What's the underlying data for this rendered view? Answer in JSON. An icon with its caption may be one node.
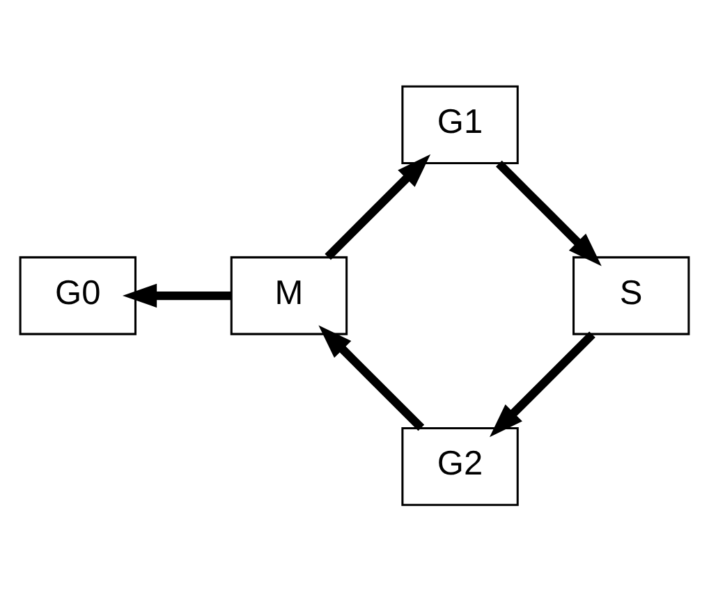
{
  "diagram": {
    "nodes": [
      {
        "text": [
          "G0"
        ]
      },
      {
        "text": [
          "G1"
        ]
      },
      {
        "text": [
          "S"
        ]
      },
      {
        "text": [
          "G2"
        ]
      },
      {
        "text": [
          "M"
        ]
      }
    ],
    "edges": [
      {
        "from": 4,
        "to": 1,
        "arrow": "to"
      },
      {
        "from": 1,
        "to": 2,
        "arrow": "to"
      },
      {
        "from": 2,
        "to": 3,
        "arrow": "to"
      },
      {
        "from": 3,
        "to": 4,
        "arrow": "to"
      },
      {
        "from": 4,
        "to": 0,
        "arrow": "to"
      }
    ]
  }
}
